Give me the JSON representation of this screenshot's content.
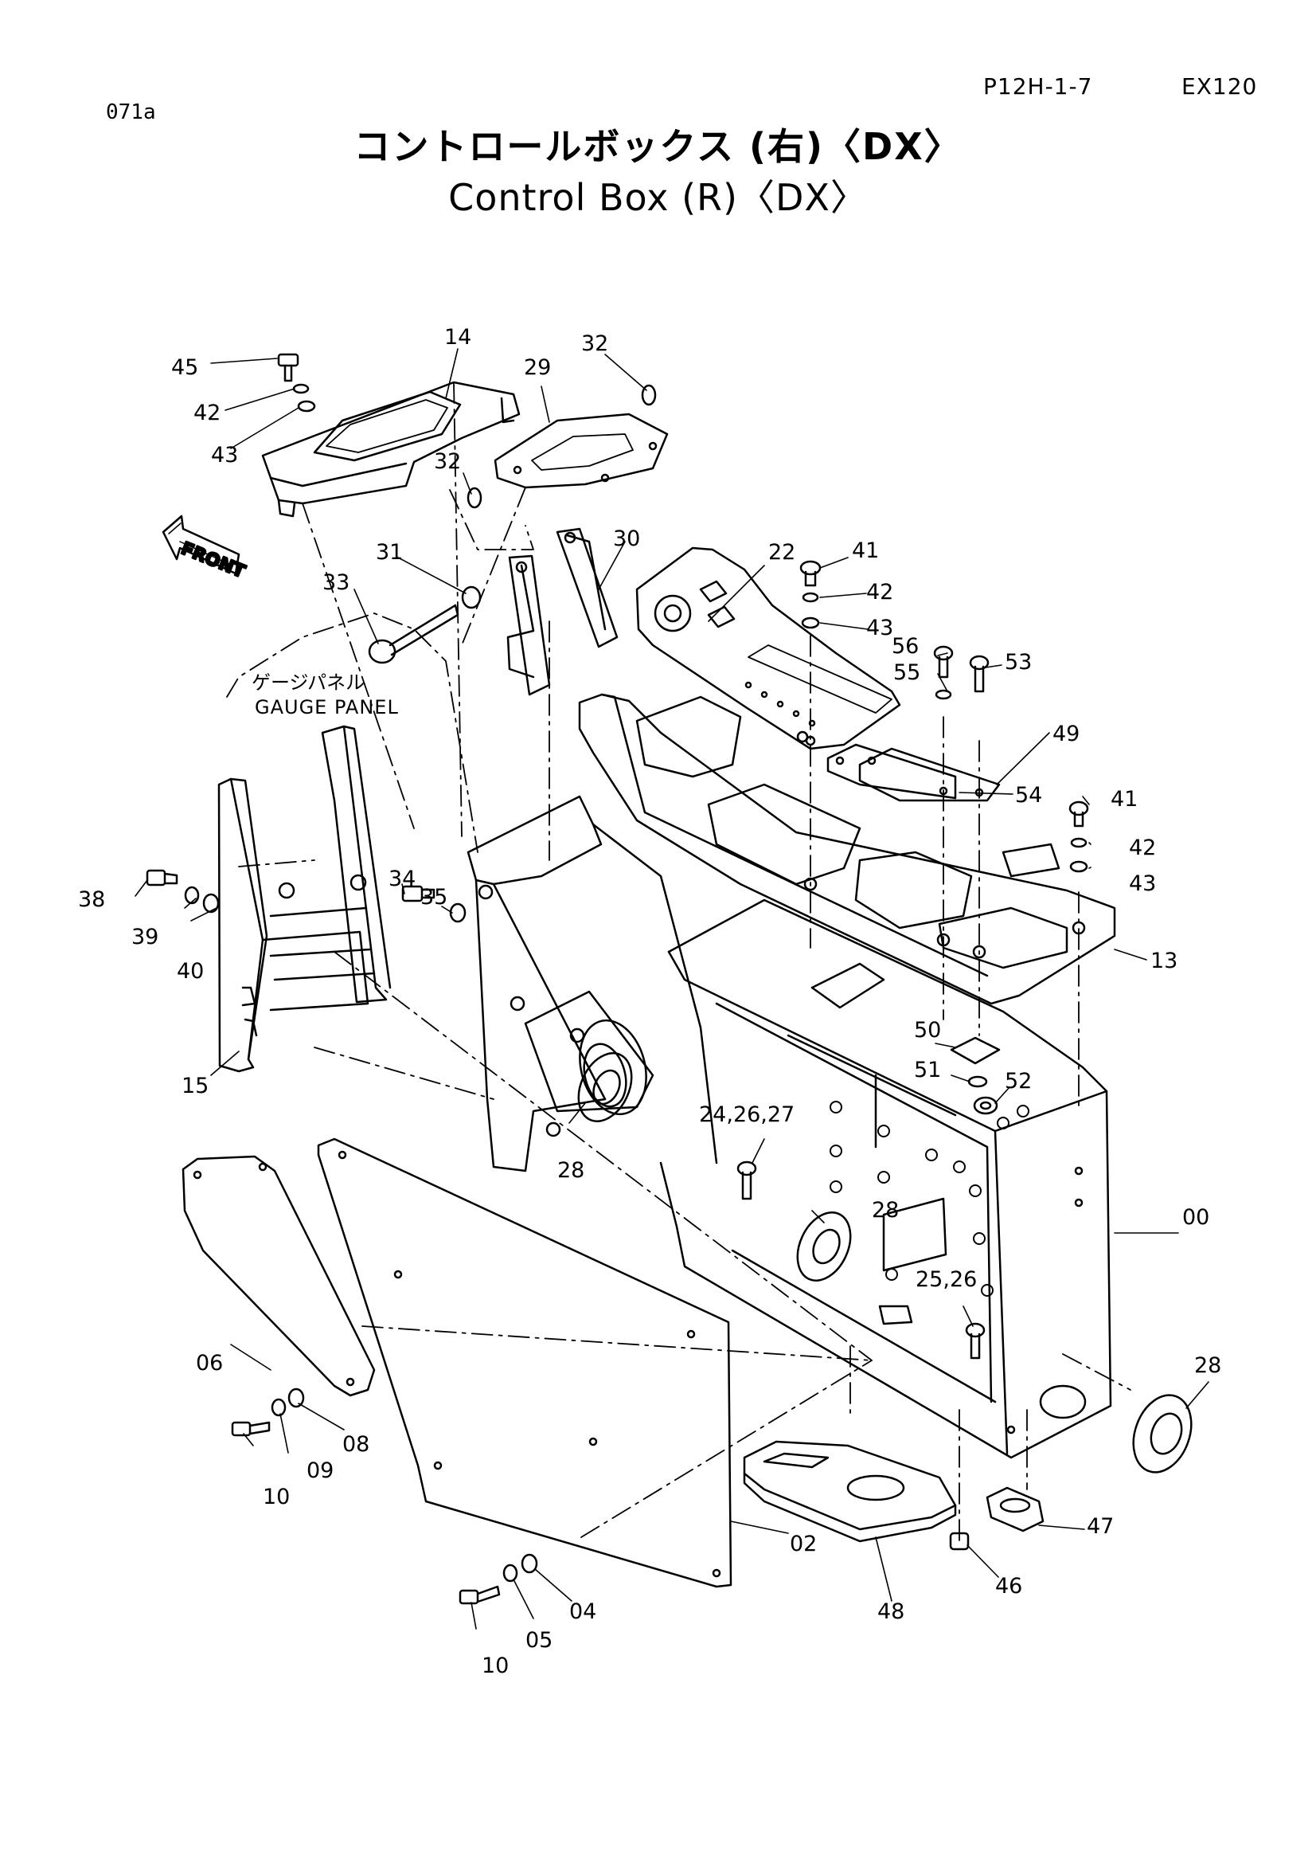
{
  "header": {
    "page_code": "P12H-1-7",
    "model": "EX120",
    "figure_no": "071a",
    "title_ja": "コントロールボックス (右)〈DX〉",
    "title_en": "Control Box (R)〈DX〉"
  },
  "diagram": {
    "front_label": "FRONT",
    "gauge_panel_ja": "ゲージパネル",
    "gauge_panel_en": "GAUGE PANEL",
    "part_labels": {
      "p00": "00",
      "p02": "02",
      "p04": "04",
      "p05": "05",
      "p06": "06",
      "p08": "08",
      "p09": "09",
      "p10a": "10",
      "p10b": "10",
      "p13": "13",
      "p14": "14",
      "p15": "15",
      "p22": "22",
      "p24_26_27": "24,26,27",
      "p25_26": "25,26",
      "p28a": "28",
      "p28b": "28",
      "p28c": "28",
      "p29": "29",
      "p30": "30",
      "p31": "31",
      "p32a": "32",
      "p32b": "32",
      "p33": "33",
      "p34": "34",
      "p35": "35",
      "p38": "38",
      "p39": "39",
      "p40": "40",
      "p41a": "41",
      "p41b": "41",
      "p42a": "42",
      "p42b": "42",
      "p42c": "42",
      "p43a": "43",
      "p43b": "43",
      "p43c": "43",
      "p45": "45",
      "p46": "46",
      "p47": "47",
      "p48": "48",
      "p49": "49",
      "p50": "50",
      "p51": "51",
      "p52": "52",
      "p53": "53",
      "p54": "54",
      "p55": "55",
      "p56": "56"
    }
  }
}
